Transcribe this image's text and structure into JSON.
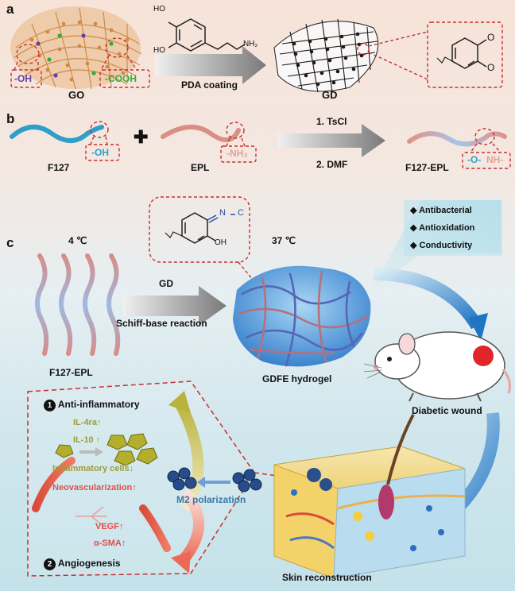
{
  "panel_a": {
    "letter": "a",
    "go_label": "GO",
    "oh_label": "-OH",
    "cooh_label": "-COOH",
    "nh2_label": "NH₂",
    "ho_top": "HO",
    "ho_bottom": "HO",
    "arrow_label": "PDA coating",
    "gd_label": "GD",
    "quinone_o1": "O",
    "quinone_o2": "O"
  },
  "panel_b": {
    "letter": "b",
    "f127_label": "F127",
    "oh_tag": "-OH",
    "plus": "✚",
    "epl_label": "EPL",
    "nh2_tag": "-NH₂",
    "step1": "1. TsCl",
    "step2": "2. DMF",
    "product_label": "F127-EPL",
    "product_tag_o": "-O-",
    "product_tag_nh": "NH-"
  },
  "panel_c": {
    "letter": "c",
    "temp_cold": "4 ℃",
    "temp_warm": "37 ℃",
    "f127epl_label": "F127-EPL",
    "gd_label": "GD",
    "reaction_label": "Schiff-base reaction",
    "hydrogel_label": "GDFE hydrogel",
    "imine_n": "N",
    "imine_c": "C",
    "imine_oh": "OH",
    "properties": [
      "Antibacterial",
      "Antioxidation",
      "Conductivity"
    ],
    "wound_label": "Diabetic wound",
    "skin_label": "Skin reconstruction",
    "m2_label": "M2 polarization",
    "anti_inflammatory": {
      "number": "1",
      "title": "Anti-inflammatory",
      "il4": "IL-4ra↑",
      "il10": "IL-10 ↑",
      "cells": "Inflammatory cells↓"
    },
    "neovascularization": "Neovascularization↑",
    "angiogenesis": {
      "number": "2",
      "title": "Angiogenesis",
      "vegf": "VEGF↑",
      "sma": "α-SMA↑"
    }
  },
  "colors": {
    "red_dash": "#c62f2f",
    "label_red": "#e0504a",
    "label_olive": "#9d9c38",
    "label_blue": "#3a78a8",
    "f127_teal": "#2f9fc7",
    "epl_salmon": "#d98f84",
    "go_brown": "#d49a5c",
    "arrow_gray": "#8a8a8a",
    "hydrogel_blue": "#4f8fd4"
  }
}
